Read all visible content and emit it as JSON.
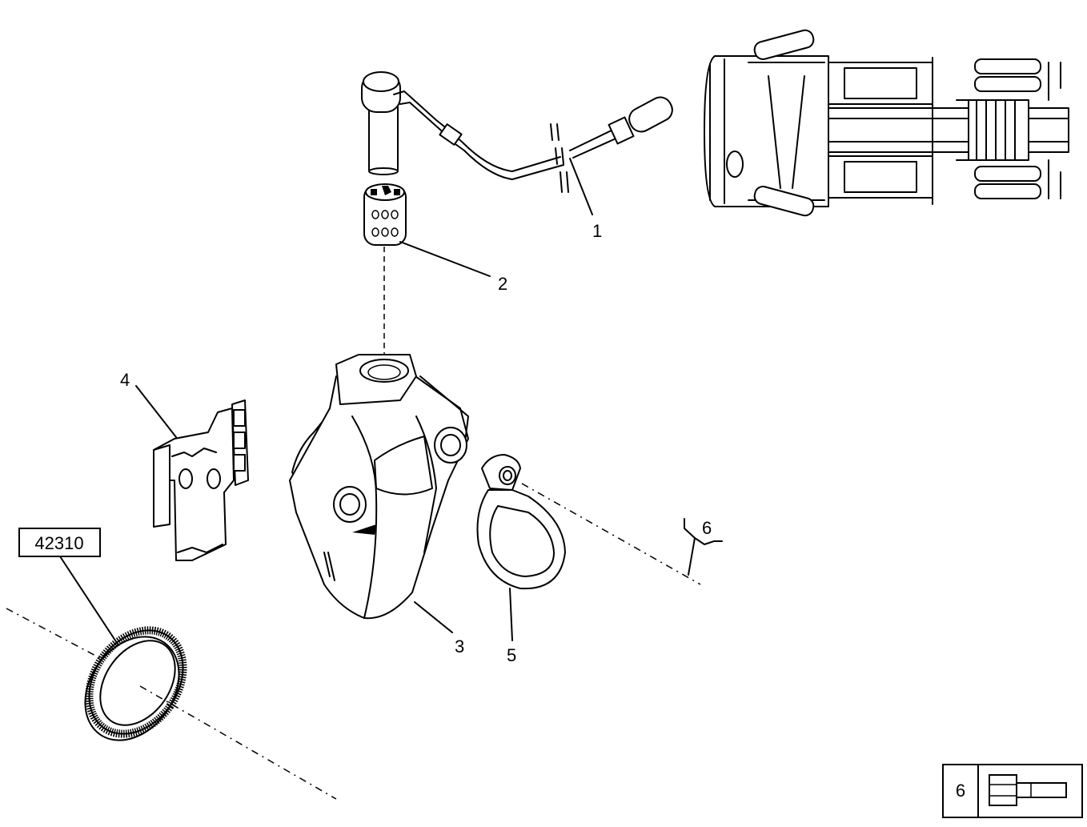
{
  "callouts": {
    "c1": "1",
    "c2": "2",
    "c3": "3",
    "c4": "4",
    "c5": "5",
    "c6": "6"
  },
  "reference_box": "42310",
  "legend": {
    "number": "6",
    "icon": "bolt-icon"
  }
}
